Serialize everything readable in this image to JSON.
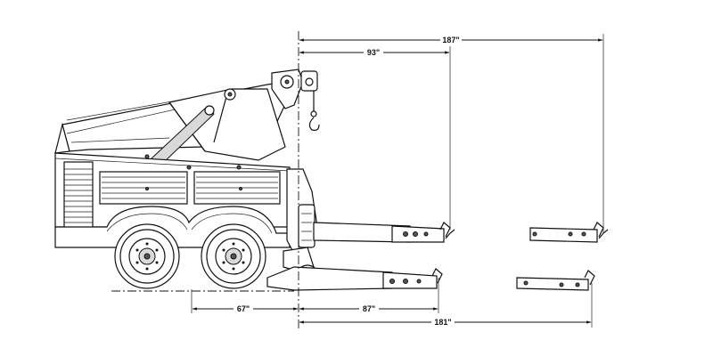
{
  "dimensions": {
    "top_overall": "187\"",
    "top_inner": "93\"",
    "bottom_left": "67\"",
    "bottom_mid": "87\"",
    "bottom_overall": "181\""
  }
}
